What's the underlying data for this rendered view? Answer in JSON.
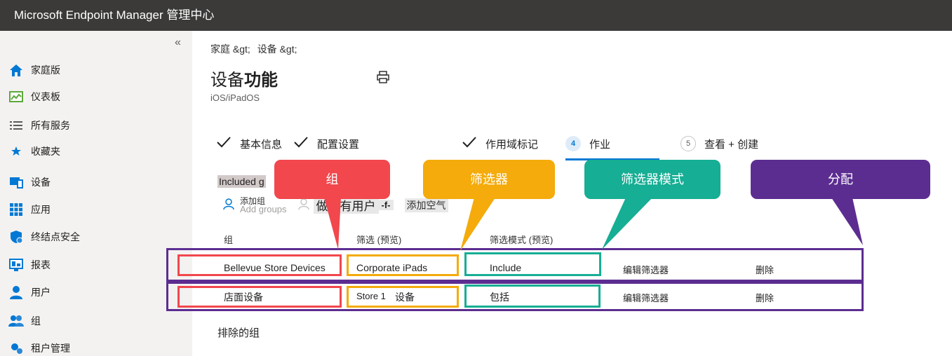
{
  "app": {
    "title": "Microsoft Endpoint Manager 管理中心"
  },
  "sidebar": {
    "collapse_label": "«",
    "items": [
      {
        "label": "家庭版",
        "icon": "home-icon"
      },
      {
        "label": "仪表板",
        "icon": "dashboard-icon"
      },
      {
        "label": "所有服务",
        "icon": "list-icon"
      },
      {
        "label": "收藏夹",
        "icon": "star-icon"
      },
      {
        "label": "设备",
        "icon": "devices-icon"
      },
      {
        "label": "应用",
        "icon": "apps-grid-icon"
      },
      {
        "label": "终结点安全",
        "icon": "shield-icon"
      },
      {
        "label": "报表",
        "icon": "reports-icon"
      },
      {
        "label": "用户",
        "icon": "user-icon"
      },
      {
        "label": "组",
        "icon": "group-icon"
      },
      {
        "label": "租户管理",
        "icon": "tenant-icon"
      }
    ]
  },
  "breadcrumb": {
    "items": [
      "家庭 &gt;",
      "设备 &gt;"
    ]
  },
  "page": {
    "title_part1": "设备",
    "title_part2": "功能",
    "subtitle": "iOS/iPadOS"
  },
  "steps": [
    {
      "label": "基本信息",
      "state": "done"
    },
    {
      "label": "配置设置",
      "state": "done"
    },
    {
      "label": "作用域标记",
      "state": "done"
    },
    {
      "num": "4",
      "label": "作业",
      "state": "active"
    },
    {
      "num": "5",
      "label": "查看 + 创建",
      "state": "todo"
    }
  ],
  "assign": {
    "included_label": "Included g",
    "add_groups": "添加组",
    "add_groups_ghost": "Add groups",
    "add_all_users": "做所有用户",
    "add_all_users_suffix": "-f-",
    "add_all_devices": "添加空气"
  },
  "table": {
    "columns": [
      "组",
      "筛选 (预览)",
      "筛选模式 (预览)"
    ],
    "rows": [
      {
        "group": "Bellevue Store Devices",
        "filter": "Corporate iPads",
        "mode": "Include",
        "edit": "编辑筛选器",
        "remove": "删除"
      },
      {
        "group": "店面设备",
        "filter_prefix": "Store 1",
        "filter": "设备",
        "mode": "包括",
        "edit": "编辑筛选器",
        "remove": "删除"
      }
    ]
  },
  "excluded_label": "排除的组",
  "callouts": {
    "group": "组",
    "filter": "筛选器",
    "filter_mode": "筛选器模式",
    "assignment": "分配"
  },
  "colors": {
    "red": "#f1474d",
    "orange": "#f4ab0b",
    "teal": "#16ae94",
    "purple": "#5c2d91",
    "accent": "#0078d4"
  }
}
